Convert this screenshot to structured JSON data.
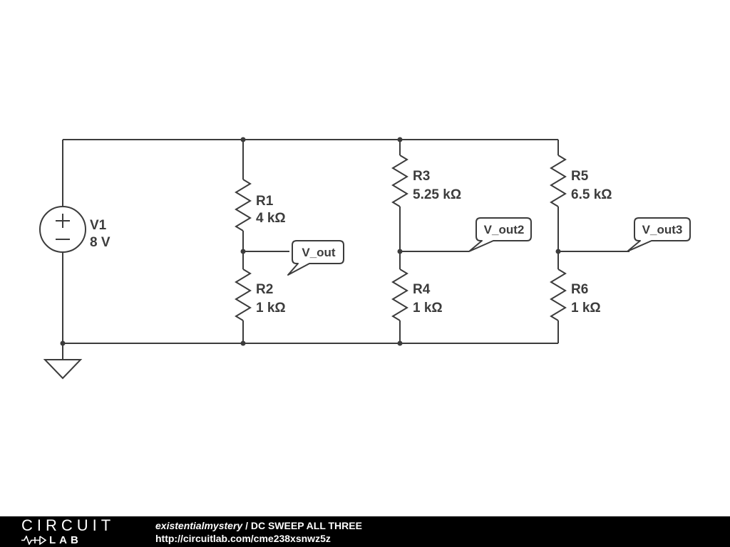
{
  "colors": {
    "wire": "#3c3c3c",
    "canvas_bg": "#ffffff",
    "footer_bg": "#000000",
    "footer_text": "#ffffff"
  },
  "schematic": {
    "source": {
      "designator": "V1",
      "value": "8 V"
    },
    "resistors": [
      {
        "id": "r1",
        "designator": "R1",
        "value": "4 kΩ"
      },
      {
        "id": "r2",
        "designator": "R2",
        "value": "1 kΩ"
      },
      {
        "id": "r3",
        "designator": "R3",
        "value": "5.25 kΩ"
      },
      {
        "id": "r4",
        "designator": "R4",
        "value": "1 kΩ"
      },
      {
        "id": "r5",
        "designator": "R5",
        "value": "6.5 kΩ"
      },
      {
        "id": "r6",
        "designator": "R6",
        "value": "1 kΩ"
      }
    ],
    "flags": [
      {
        "id": "vout1",
        "label": "V_out"
      },
      {
        "id": "vout2",
        "label": "V_out2"
      },
      {
        "id": "vout3",
        "label": "V_out3"
      }
    ]
  },
  "footer": {
    "logo_top": "CIRCUIT",
    "logo_bottom": "LAB",
    "author": "existentialmystery",
    "separator": " / ",
    "title": "DC SWEEP ALL THREE",
    "url": "http://circuitlab.com/cme238xsnwz5z"
  }
}
